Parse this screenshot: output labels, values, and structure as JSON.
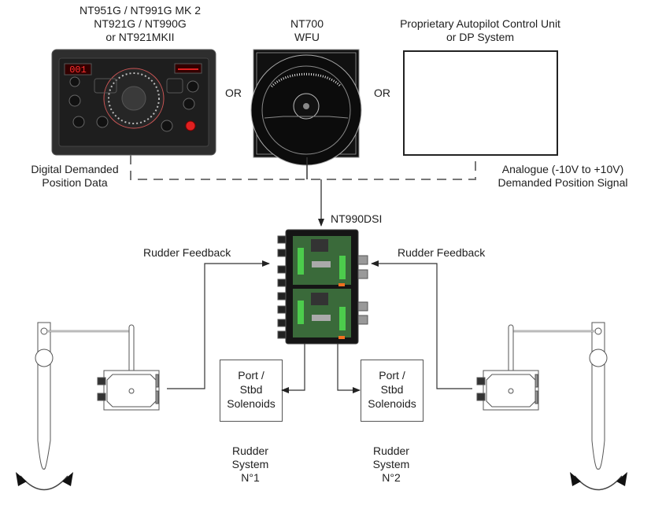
{
  "devices": {
    "control_unit_1": {
      "label_lines": [
        "NT951G / NT991G MK 2",
        "NT921G / NT990G",
        "or NT921MKII"
      ],
      "display_readout": "001"
    },
    "control_unit_2": {
      "label_lines": [
        "NT700",
        "WFU"
      ]
    },
    "control_unit_3": {
      "label_lines": [
        "Proprietary Autopilot Control Unit",
        "or DP System"
      ]
    },
    "separator_left": "OR",
    "separator_right": "OR",
    "interface_unit": "NT990DSI"
  },
  "signals": {
    "digital": [
      "Digital Demanded",
      "Position Data"
    ],
    "analogue": [
      "Analogue (-10V to +10V)",
      "Demanded Position Signal"
    ],
    "feedback_left": "Rudder Feedback",
    "feedback_right": "Rudder Feedback"
  },
  "solenoids": [
    {
      "lines": [
        "Port /",
        "Stbd",
        "Solenoids"
      ]
    },
    {
      "lines": [
        "Port /",
        "Stbd",
        "Solenoids"
      ]
    }
  ],
  "rudder_systems": [
    {
      "lines": [
        "Rudder",
        "System",
        "N°1"
      ]
    },
    {
      "lines": [
        "Rudder",
        "System",
        "N°2"
      ]
    }
  ],
  "colors": {
    "line": "#333333",
    "dash": "#777777",
    "panel": "#2a2a2a",
    "led_red": "#e02020",
    "led_green": "#30b030",
    "pcb_green": "#3a6a3a"
  }
}
